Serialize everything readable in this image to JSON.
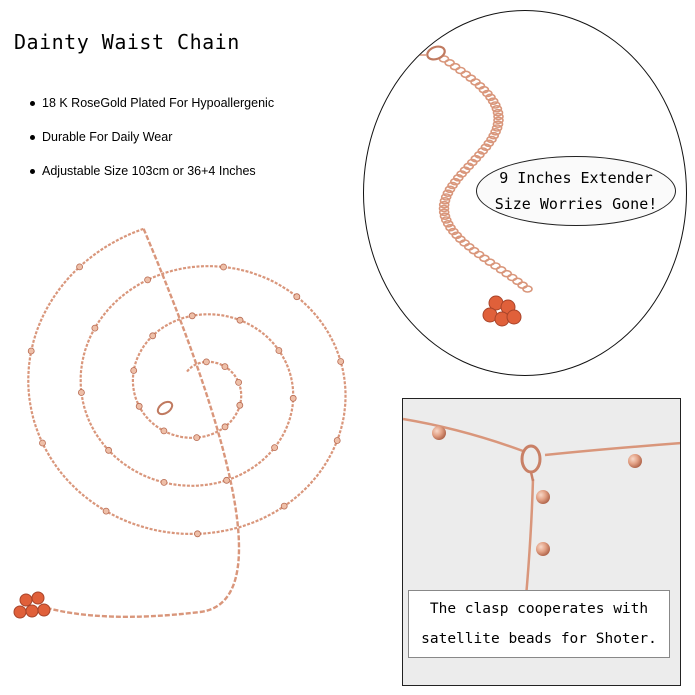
{
  "title": "Dainty Waist Chain",
  "features": [
    "18 K RoseGold Plated For Hypoallergenic",
    "Durable For Daily Wear",
    "Adjustable Size 103cm or 36+4 Inches"
  ],
  "extender_note": {
    "line1": "9 Inches Extender",
    "line2": "Size Worries Gone!"
  },
  "clasp_caption": {
    "line1": "The clasp cooperates with",
    "line2": "satellite beads for Shoter."
  },
  "colors": {
    "rose_gold": "#d9967b",
    "rose_gold_dark": "#b86b52",
    "charm_red": "#e0603a",
    "photo_background": "#ececec"
  }
}
